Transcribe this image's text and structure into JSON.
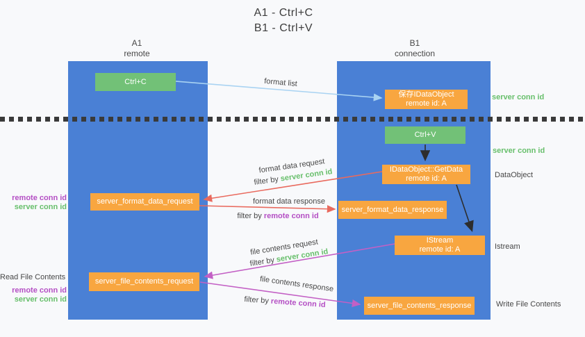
{
  "title": {
    "line1": "A1 - Ctrl+C",
    "line2": "B1 - Ctrl+V"
  },
  "lanes": {
    "left": {
      "title": "A1",
      "subtitle": "remote"
    },
    "right": {
      "title": "B1",
      "subtitle": "connection"
    }
  },
  "nodes": {
    "ctrl_c": {
      "label": "Ctrl+C"
    },
    "ctrl_v": {
      "label": "Ctrl+V"
    },
    "save_dataobject": {
      "line1": "保存IDataObject",
      "line2": "remote id: A"
    },
    "getdata": {
      "line1": "IDataObject::GetData",
      "line2": "remote id: A"
    },
    "istream": {
      "line1": "IStream",
      "line2": "remote id: A"
    },
    "format_request": {
      "label": "server_format_data_request"
    },
    "format_response": {
      "label": "server_format_data_response"
    },
    "file_request": {
      "label": "server_file_contents_request"
    },
    "file_response": {
      "label": "server_file_contents_response"
    }
  },
  "edges": {
    "format_list": {
      "label": "format list"
    },
    "format_data_request": {
      "label": "format data request",
      "filter_prefix": "filter by ",
      "filter_key": "server conn id"
    },
    "format_data_response": {
      "label": "format data response",
      "filter_prefix": "filter by ",
      "filter_key": "remote conn id"
    },
    "file_contents_request": {
      "label": "file contents request",
      "filter_prefix": "filter by ",
      "filter_key": "server conn id"
    },
    "file_contents_response": {
      "label": "file contents response",
      "filter_prefix": "filter by ",
      "filter_key": "remote conn id"
    }
  },
  "annotations": {
    "right_server_conn_top": "server conn id",
    "right_server_conn_mid": "server conn id",
    "dataobject": "DataObject",
    "istream": "Istream",
    "write_file_contents": "Write File Contents",
    "read_file_contents": "Read File Contents",
    "left_remote_conn_1": "remote conn id",
    "left_server_conn_1": "server conn id",
    "left_remote_conn_2": "remote conn id",
    "left_server_conn_2": "server conn id"
  },
  "colors": {
    "lane_blue": "#4a80d5",
    "green_box": "#72c177",
    "orange_box": "#f8a640",
    "green_text": "#67bf6b",
    "purple_text": "#b44fc4",
    "blue_arrow": "#a9d3f2",
    "red_arrow": "#e96a5e",
    "magenta_arrow": "#c360c5",
    "black_arrow": "#2d2d2d"
  }
}
